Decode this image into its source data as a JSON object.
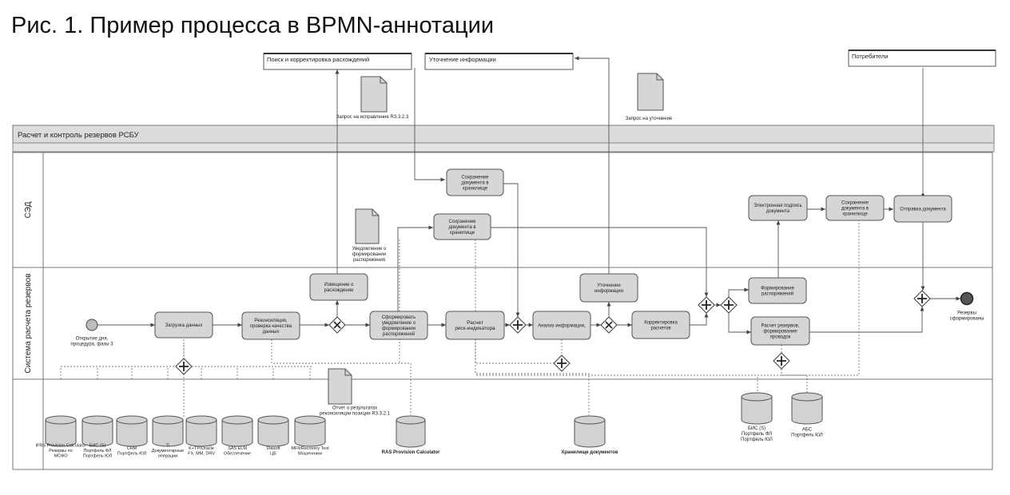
{
  "figure_title": "Рис. 1. Пример процесса в BPMN-аннотации",
  "external": {
    "corrections": "Поиск и корректировка расхождений",
    "clarification": "Уточнение информации",
    "consumers": "Потребители"
  },
  "pool_title": "Расчет и контроль резервов РСБУ",
  "lanes": {
    "sed": "СЭД",
    "calc": "Система расчета резервов"
  },
  "documents": {
    "fix_request": "Запрос на исправление R3.3.2.3",
    "clarify_request": "Запрос на уточнение",
    "notice": [
      "Уведомление о",
      "формировании",
      "распоряжения"
    ],
    "recon_report": [
      "Отчет о результатах",
      "реконсиляции позиции R3.3.2.1"
    ]
  },
  "tasks": {
    "save1": [
      "Сохранение",
      "документа в",
      "хранилище"
    ],
    "save2": [
      "Сохранение",
      "документа в",
      "хранилище"
    ],
    "esign": [
      "Электронная подпись",
      "документа"
    ],
    "save3": [
      "Сохранение",
      "документа в",
      "хранилище"
    ],
    "send": [
      "Отправка документа"
    ],
    "notify": [
      "Извещение о",
      "расхождении"
    ],
    "clarify": [
      "Уточнение",
      "информации"
    ],
    "load": [
      "Загрузка данных"
    ],
    "recon": [
      "Реконсиляция,",
      "проверка качества",
      "данных"
    ],
    "form_notice": [
      "Сформировать",
      "уведомление о",
      "формировании",
      "распоряжений"
    ],
    "risk": [
      "Расчет",
      "риск-индикатора"
    ],
    "analysis": [
      "Анализ информации,"
    ],
    "adjust": [
      "Корректировка",
      "расчетов"
    ],
    "form_orders": [
      "Формирование",
      "распоряжений"
    ],
    "reserves": [
      "Расчет резервов,",
      "формирование",
      "проводок"
    ]
  },
  "events": {
    "start": [
      "Открытие дня,",
      "процедура, фазы 3"
    ],
    "end": [
      "Резервы",
      "сформированы"
    ]
  },
  "systems": [
    [
      "IFRS Provision Calculator",
      "Резервы по",
      "МСФО"
    ],
    [
      "БИС (S)",
      "Портфель ФЛ",
      "Портфель ЮЛ"
    ],
    [
      "CRM",
      "Портфель ЮЛ"
    ],
    [
      "Ti",
      "Документарные",
      "операции"
    ],
    [
      "K+TP/Oracle",
      "FX, MM, DRV"
    ],
    [
      "SAS ELM",
      "Обеспечение"
    ],
    [
      "Diasoft",
      "ЦБ"
    ],
    [
      "MFII/Recovery Tool",
      "Мошенники"
    ]
  ],
  "stores": {
    "ras": "RAS Provision Calculator",
    "docs": "Хранилище документов",
    "bis": [
      "БИС (S)",
      "Портфель ФЛ",
      "Портфель ЮЛ"
    ],
    "abs": [
      "АБС",
      "Портфель ЮЛ"
    ]
  }
}
